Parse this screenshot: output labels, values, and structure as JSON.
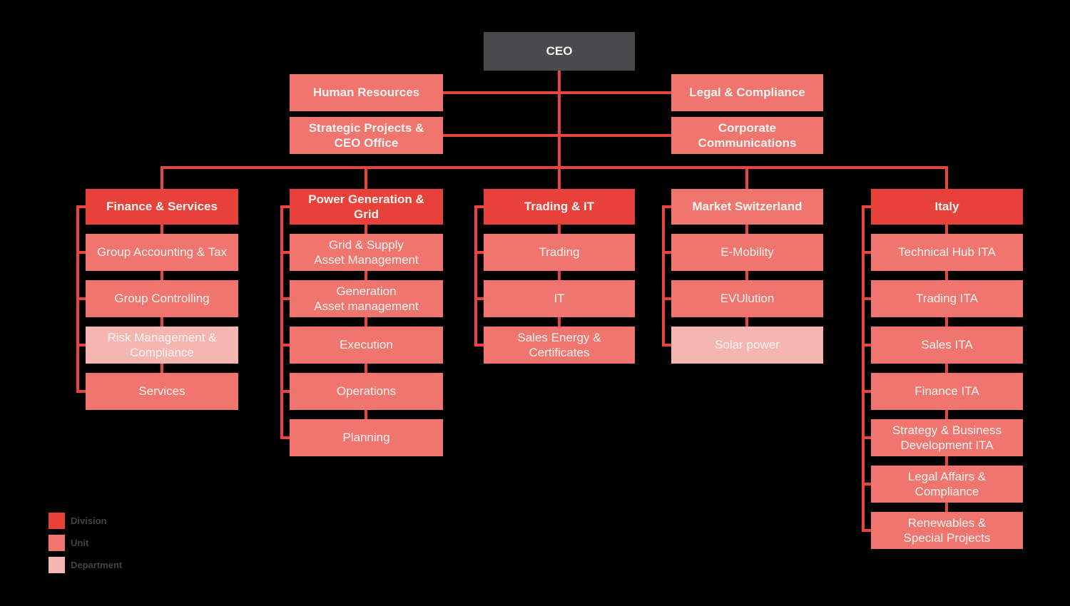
{
  "title": "Organization chart",
  "palette": {
    "division": "#e8413a",
    "unit": "#f0756e",
    "department": "#f5b6b2",
    "ceo_box": "#4b4b4d",
    "connector_line": "#e9453e",
    "box_text": "#fcf4f1",
    "legend_text": "#3e444a",
    "background": "#000000"
  },
  "ceo": {
    "label": "CEO",
    "level": "executive"
  },
  "staff": {
    "items": [
      {
        "label": "Human Resources",
        "level": "unit",
        "side": "left"
      },
      {
        "label": "Strategic Projects &\nCEO Office",
        "level": "unit",
        "side": "left"
      },
      {
        "label": "Legal & Compliance",
        "level": "unit",
        "side": "right"
      },
      {
        "label": "Corporate\nCommunications",
        "level": "unit",
        "side": "right"
      }
    ]
  },
  "divisions": [
    {
      "name": "Finance & Services",
      "level": "division",
      "children": [
        {
          "label": "Group Accounting & Tax",
          "level": "unit"
        },
        {
          "label": "Group Controlling",
          "level": "unit"
        },
        {
          "label": "Risk Management &\nCompliance",
          "level": "department"
        },
        {
          "label": "Services",
          "level": "unit"
        }
      ]
    },
    {
      "name": "Power Generation & Grid",
      "level": "division",
      "children": [
        {
          "label": "Grid & Supply\nAsset Management",
          "level": "unit"
        },
        {
          "label": "Generation\nAsset management",
          "level": "unit"
        },
        {
          "label": "Execution",
          "level": "unit"
        },
        {
          "label": "Operations",
          "level": "unit"
        },
        {
          "label": "Planning",
          "level": "unit"
        }
      ]
    },
    {
      "name": "Trading & IT",
      "level": "division",
      "children": [
        {
          "label": "Trading",
          "level": "unit"
        },
        {
          "label": "IT",
          "level": "unit"
        },
        {
          "label": "Sales Energy &\nCertificates",
          "level": "unit"
        }
      ]
    },
    {
      "name": "Market Switzerland",
      "level": "unit",
      "children": [
        {
          "label": "E-Mobility",
          "level": "unit"
        },
        {
          "label": "EVUlution",
          "level": "unit"
        },
        {
          "label": "Solar power",
          "level": "department"
        }
      ]
    },
    {
      "name": "Italy",
      "level": "division",
      "children": [
        {
          "label": "Technical Hub ITA",
          "level": "unit"
        },
        {
          "label": "Trading ITA",
          "level": "unit"
        },
        {
          "label": "Sales ITA",
          "level": "unit"
        },
        {
          "label": "Finance ITA",
          "level": "unit"
        },
        {
          "label": "Strategy & Business\nDevelopment ITA",
          "level": "unit"
        },
        {
          "label": "Legal Affairs &\nCompliance",
          "level": "unit"
        },
        {
          "label": "Renewables &\nSpecial Projects",
          "level": "unit"
        }
      ]
    }
  ],
  "legend": {
    "items": [
      {
        "label": "Division",
        "level": "division"
      },
      {
        "label": "Unit",
        "level": "unit"
      },
      {
        "label": "Department",
        "level": "department"
      }
    ]
  }
}
